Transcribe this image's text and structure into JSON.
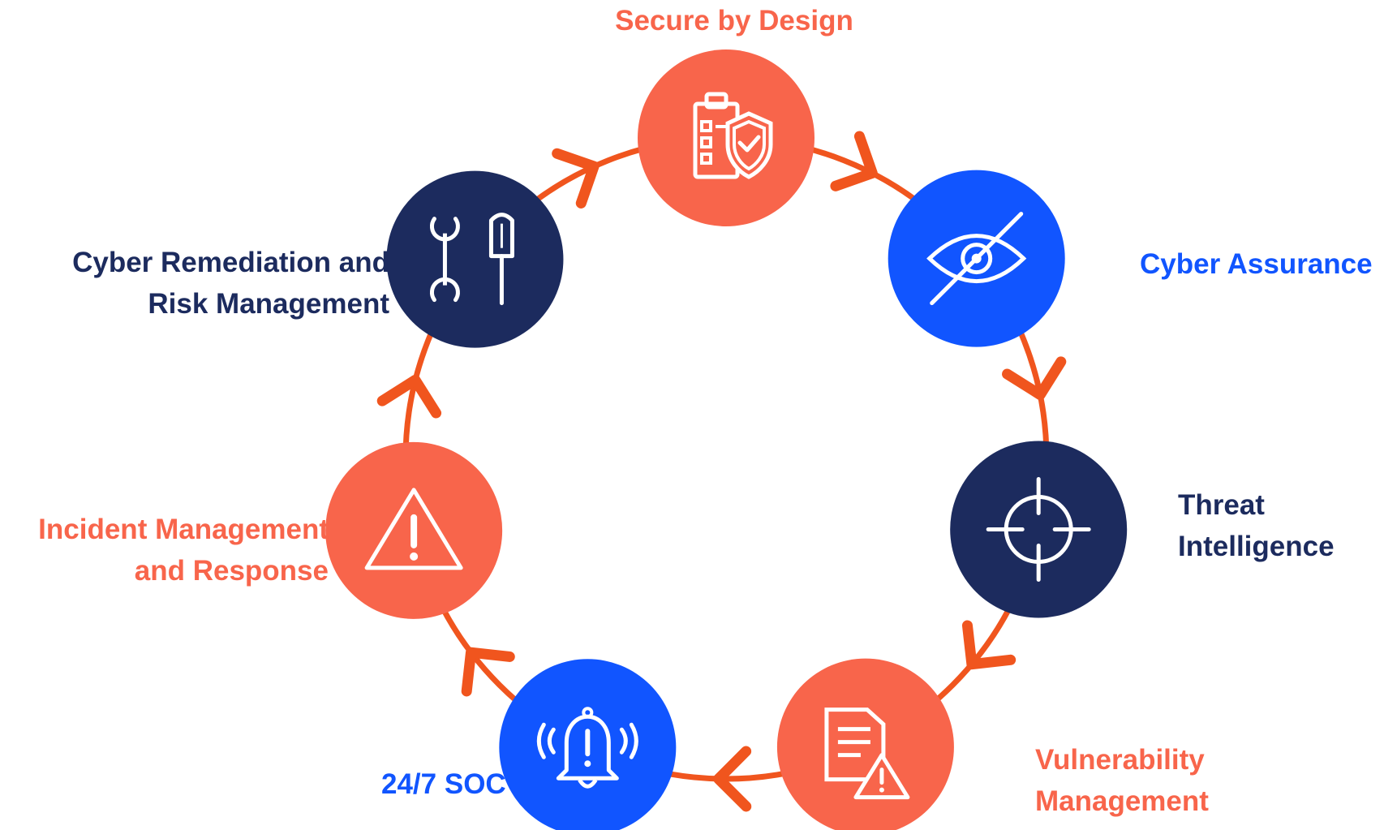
{
  "colors": {
    "orange": "#F8654B",
    "navy": "#1C2B5E",
    "blue": "#1155FF",
    "arrow": "#F0551E",
    "icon": "#FFFFFF"
  },
  "nodes": [
    {
      "id": "secure-by-design",
      "lines": [
        "Secure by Design"
      ],
      "color": "orange",
      "icon": "clipboard-shield-icon"
    },
    {
      "id": "cyber-assurance",
      "lines": [
        "Cyber Assurance"
      ],
      "color": "blue",
      "icon": "eye-slash-icon"
    },
    {
      "id": "threat-intelligence",
      "lines": [
        "Threat",
        "Intelligence"
      ],
      "color": "navy",
      "icon": "crosshair-icon"
    },
    {
      "id": "vulnerability-management",
      "lines": [
        "Vulnerability",
        "Management"
      ],
      "color": "orange",
      "icon": "document-warning-icon"
    },
    {
      "id": "soc-24-7",
      "lines": [
        "24/7 SOC"
      ],
      "color": "blue",
      "icon": "alarm-bell-icon"
    },
    {
      "id": "incident-management",
      "lines": [
        "Incident Management",
        "and Response"
      ],
      "color": "orange",
      "icon": "warning-triangle-icon"
    },
    {
      "id": "cyber-remediation",
      "lines": [
        "Cyber Remediation and",
        "Risk Management"
      ],
      "color": "navy",
      "icon": "tools-icon"
    }
  ]
}
